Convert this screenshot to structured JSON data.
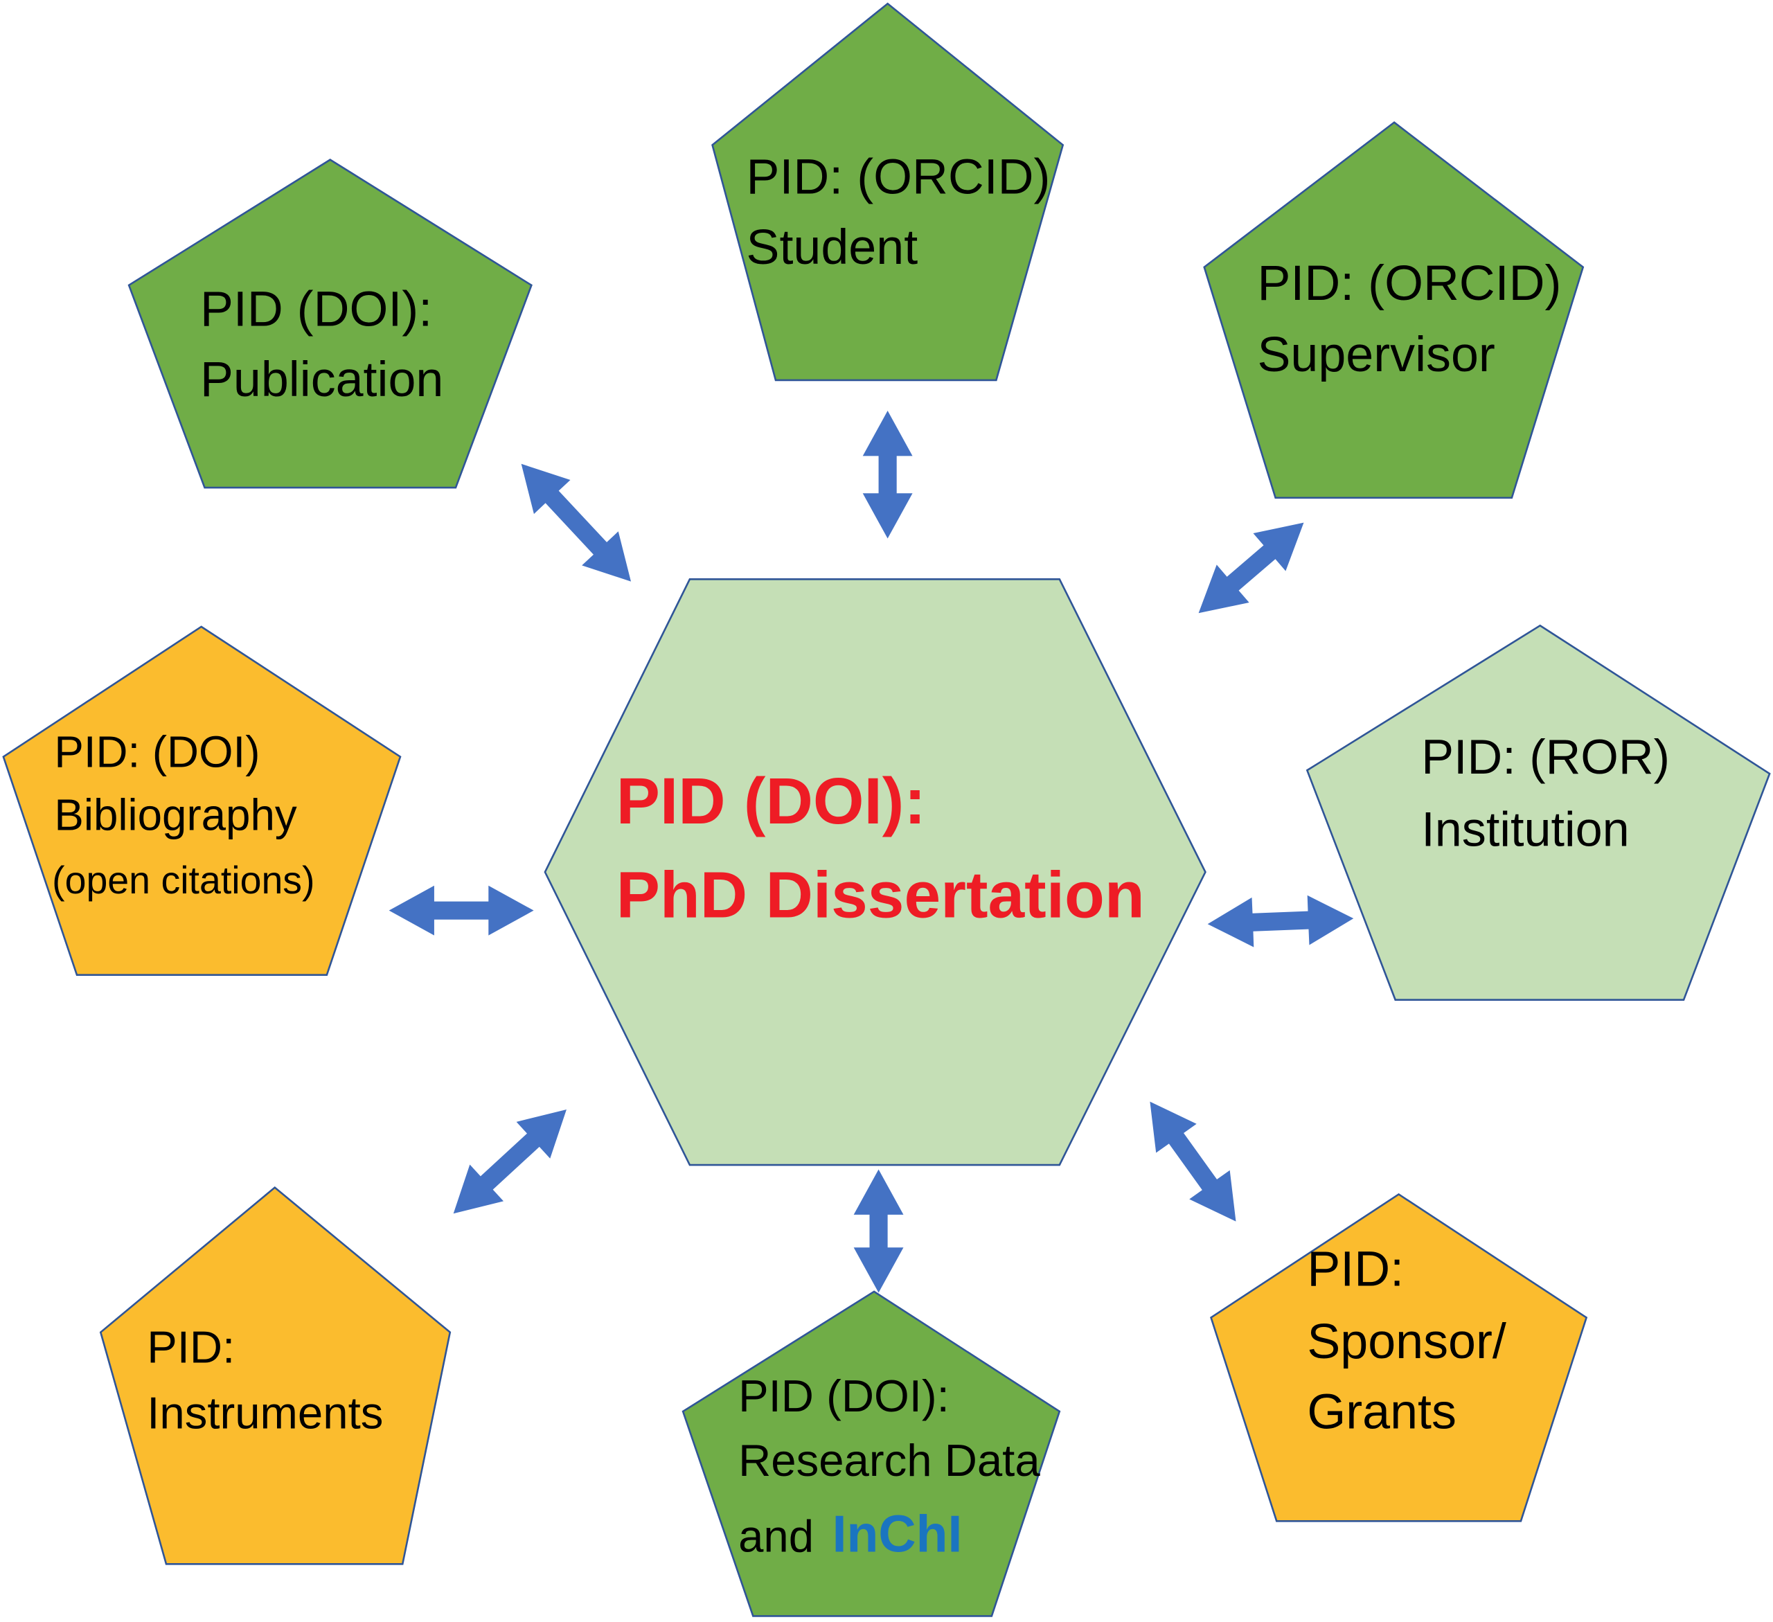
{
  "colors": {
    "background": "#FFFFFF",
    "light_green": "#C5DFB6",
    "dark_green": "#70AD47",
    "orange": "#FBBC2E",
    "border": "#2F5597",
    "arrow": "#4472C4",
    "center_text": "#EE1C25",
    "inchi_text": "#1A75C0",
    "node_text": "#000000"
  },
  "center": {
    "shape": "hexagon",
    "color": "light_green",
    "lines": [
      "PID (DOI):",
      "PhD Dissertation"
    ]
  },
  "nodes": [
    {
      "id": "publication",
      "shape": "pentagon",
      "color": "dark_green",
      "lines": [
        "PID (DOI):",
        "Publication"
      ]
    },
    {
      "id": "student",
      "shape": "pentagon",
      "color": "dark_green",
      "lines": [
        "PID: (ORCID)",
        "Student"
      ]
    },
    {
      "id": "supervisor",
      "shape": "pentagon",
      "color": "dark_green",
      "lines": [
        "PID: (ORCID)",
        "Supervisor"
      ]
    },
    {
      "id": "bibliography",
      "shape": "pentagon",
      "color": "orange",
      "lines": [
        "PID: (DOI)",
        "Bibliography",
        "(open citations)"
      ]
    },
    {
      "id": "institution",
      "shape": "pentagon",
      "color": "light_green",
      "lines": [
        "PID: (ROR)",
        "Institution"
      ]
    },
    {
      "id": "instruments",
      "shape": "pentagon",
      "color": "orange",
      "lines": [
        "PID:",
        "Instruments"
      ]
    },
    {
      "id": "research-data",
      "shape": "pentagon",
      "color": "dark_green",
      "lines": [
        "PID (DOI):",
        "Research Data",
        "and"
      ],
      "highlight": "InChI"
    },
    {
      "id": "sponsor",
      "shape": "pentagon",
      "color": "orange",
      "lines": [
        "PID:",
        "Sponsor/",
        "Grants"
      ]
    }
  ],
  "edges": [
    {
      "from": "center",
      "to": "publication",
      "type": "bidirectional"
    },
    {
      "from": "center",
      "to": "student",
      "type": "bidirectional"
    },
    {
      "from": "center",
      "to": "supervisor",
      "type": "bidirectional"
    },
    {
      "from": "center",
      "to": "bibliography",
      "type": "bidirectional"
    },
    {
      "from": "center",
      "to": "institution",
      "type": "bidirectional"
    },
    {
      "from": "center",
      "to": "instruments",
      "type": "bidirectional"
    },
    {
      "from": "center",
      "to": "research-data",
      "type": "bidirectional"
    },
    {
      "from": "center",
      "to": "sponsor",
      "type": "bidirectional"
    }
  ]
}
